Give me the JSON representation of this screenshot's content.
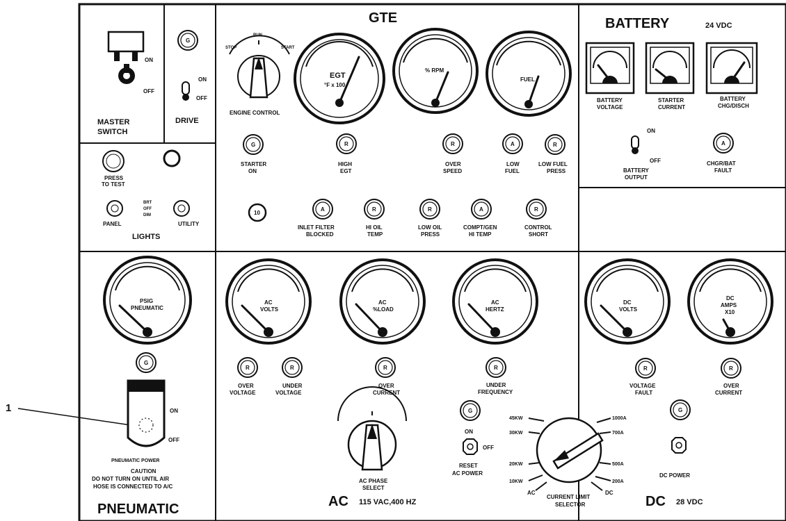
{
  "callout": {
    "number": "1"
  },
  "master": {
    "label1": "MASTER",
    "label2": "SWITCH",
    "on": "ON",
    "off": "OFF"
  },
  "drive": {
    "label": "DRIVE",
    "lamp": "G",
    "on": "ON",
    "off": "OFF"
  },
  "lights": {
    "title": "LIGHTS",
    "press1": "PRESS",
    "press2": "TO TEST",
    "panel": "PANEL",
    "utility": "UTILITY",
    "sw_bri": "BRT",
    "sw_off": "OFF",
    "sw_dim": "DIM"
  },
  "gte": {
    "title": "GTE",
    "engine_control": "ENGINE CONTROL",
    "ec_stop": "STOP",
    "ec_run": "RUN",
    "ec_start": "START",
    "gauges": {
      "egt": {
        "label": "EGT",
        "sub": "°F x 100"
      },
      "rpm": {
        "label": "% RPM"
      },
      "fuel": {
        "label": "FUEL"
      }
    },
    "lamps_row1": [
      {
        "letter": "G",
        "l1": "STARTER",
        "l2": "ON"
      },
      {
        "letter": "R",
        "l1": "HIGH",
        "l2": "EGT"
      },
      {
        "letter": "R",
        "l1": "OVER",
        "l2": "SPEED"
      },
      {
        "letter": "A",
        "l1": "LOW",
        "l2": "FUEL"
      },
      {
        "letter": "R",
        "l1": "LOW FUEL",
        "l2": "PRESS"
      }
    ],
    "lamps_row2": [
      {
        "letter": "A",
        "l1": "INLET FILTER",
        "l2": "BLOCKED"
      },
      {
        "letter": "R",
        "l1": "HI OIL",
        "l2": "TEMP"
      },
      {
        "letter": "R",
        "l1": "LOW OIL",
        "l2": "PRESS"
      },
      {
        "letter": "A",
        "l1": "COMPT/GEN",
        "l2": "HI TEMP"
      },
      {
        "letter": "R",
        "l1": "CONTROL",
        "l2": "SHORT"
      }
    ],
    "hourmeter": "10"
  },
  "battery": {
    "title": "BATTERY",
    "voltage_rating": "24 VDC",
    "meter1_l1": "BATTERY",
    "meter1_l2": "VOLTAGE",
    "meter2_l1": "STARTER",
    "meter2_l2": "CURRENT",
    "meter3_l1": "BATTERY",
    "meter3_l2": "CHG/DISCH",
    "sw_on": "ON",
    "sw_off": "OFF",
    "output_l1": "BATTERY",
    "output_l2": "OUTPUT",
    "fault_letter": "A",
    "fault_l1": "CHGR/BAT",
    "fault_l2": "FAULT"
  },
  "pneumatic": {
    "title": "PNEUMATIC",
    "gauge_l1": "PSIG",
    "gauge_l2": "PNEUMATIC",
    "lamp": "G",
    "on": "ON",
    "off": "OFF",
    "power": "PNEUMATIC POWER",
    "caution": "CAUTION",
    "caution2": "DO  NOT TURN ON UNTIL AIR",
    "caution3": "HOSE IS CONNECTED TO A/C"
  },
  "ac": {
    "title": "AC",
    "rating": "115 VAC,400 HZ",
    "g_volts_l1": "AC",
    "g_volts_l2": "VOLTS",
    "g_load_l1": "AC",
    "g_load_l2": "%LOAD",
    "g_hz_l1": "AC",
    "g_hz_l2": "HERTZ",
    "ov_l1": "OVER",
    "ov_l2": "VOLTAGE",
    "uv_l1": "UNDER",
    "uv_l2": "VOLTAGE",
    "oc_l1": "OVER",
    "oc_l2": "CURRENT",
    "uf_l1": "UNDER",
    "uf_l2": "FREQUENCY",
    "phase_l1": "AC PHASE",
    "phase_l2": "SELECT",
    "lamp_g": "G",
    "sw_on": "ON",
    "sw_off": "OFF",
    "reset_l1": "RESET",
    "reset_l2": "AC POWER"
  },
  "selector": {
    "l1": "CURRENT LIMIT",
    "l2": "SELECTOR",
    "ac": "AC",
    "dc": "DC",
    "left": [
      "45KW",
      "30KW",
      "20KW",
      "10KW"
    ],
    "right": [
      "1000A",
      "700A",
      "500A",
      "200A"
    ]
  },
  "dc": {
    "title": "DC",
    "rating": "28 VDC",
    "g_volts_l1": "DC",
    "g_volts_l2": "VOLTS",
    "g_amps_l1": "DC",
    "g_amps_l2": "AMPS",
    "g_amps_l3": "X10",
    "vf_l1": "VOLTAGE",
    "vf_l2": "FAULT",
    "oc_l1": "OVER",
    "oc_l2": "CURRENT",
    "lamp_g": "G",
    "power": "DC POWER"
  }
}
